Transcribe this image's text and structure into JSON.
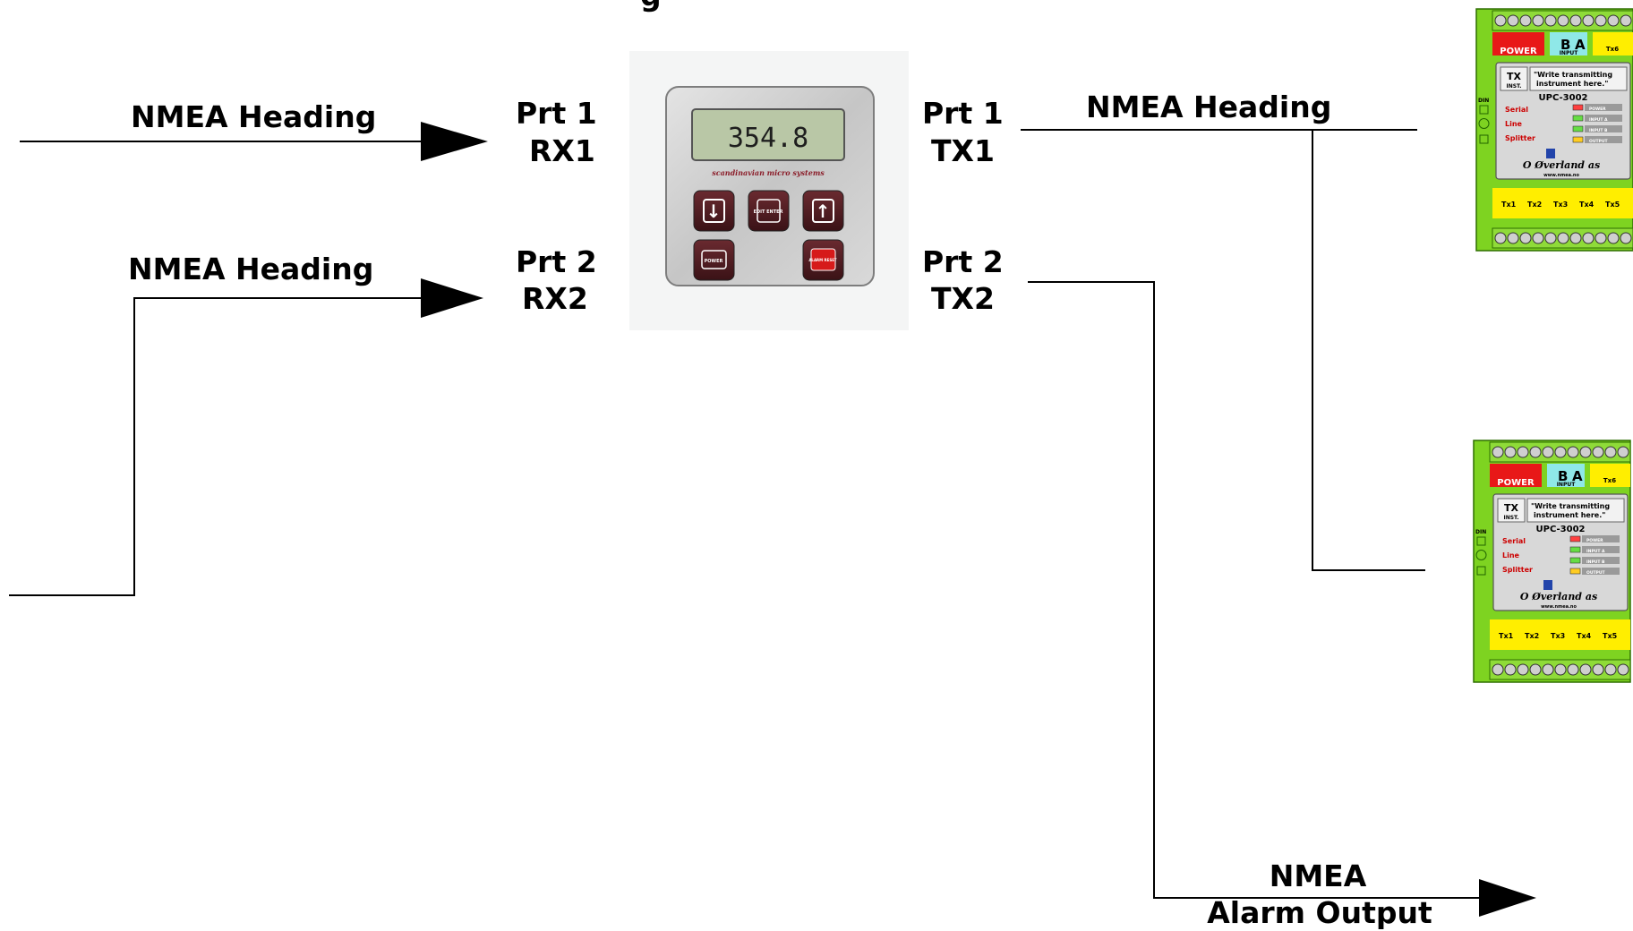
{
  "diagram": {
    "title_partial": "g",
    "inputs": [
      {
        "label": "NMEA Heading"
      },
      {
        "label": "NMEA Heading"
      }
    ],
    "ports_left": [
      {
        "line1": "Prt 1",
        "line2": "RX1"
      },
      {
        "line1": "Prt 2",
        "line2": "RX2"
      }
    ],
    "ports_right": [
      {
        "line1": "Prt 1",
        "line2": "TX1"
      },
      {
        "line1": "Prt 2",
        "line2": "TX2"
      }
    ],
    "output_heading": {
      "label": "NMEA Heading"
    },
    "alarm_output": {
      "line1": "NMEA",
      "line2": "Alarm Output"
    },
    "center_device": {
      "display_value": "354.8",
      "brand": "scandinavian micro systems",
      "keys": [
        "↓",
        "EDIT ENTER",
        "↑",
        "POWER",
        "ALARM RESET"
      ]
    },
    "splitter": {
      "model": "UPC-3002",
      "power": "POWER",
      "input": "INPUT",
      "b": "B",
      "a": "A",
      "tx6": "Tx6",
      "tx": "TX",
      "inst": "INST.",
      "write_note_1": "\"Write transmitting",
      "write_note_2": "instrument here.\"",
      "serial": "Serial",
      "line": "Line",
      "splitter_word": "Splitter",
      "leds": [
        "POWER",
        "INPUT A",
        "INPUT B",
        "OUTPUT"
      ],
      "maker": "O Øverland as",
      "web": "www.nmea.no",
      "din": "DIN",
      "outputs": [
        "Tx1",
        "Tx2",
        "Tx3",
        "Tx4",
        "Tx5"
      ]
    },
    "colors": {
      "line": "#000000",
      "module_green": "#7ed321",
      "module_yellow": "#ffee00",
      "module_red": "#e81818",
      "module_cyan": "#8fe8e8",
      "lcd": "#b9c7a6"
    }
  }
}
